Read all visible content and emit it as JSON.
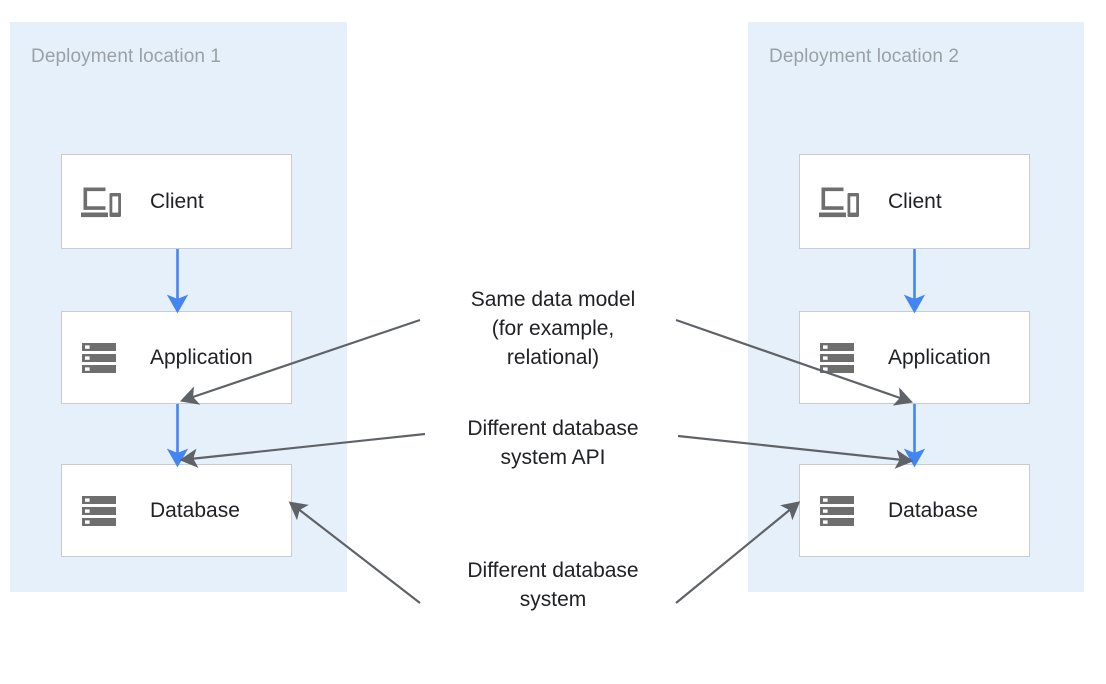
{
  "diagram": {
    "title_hidden": "",
    "colors": {
      "zone_background": "#e6f0fa",
      "node_background": "#ffffff",
      "node_border": "#c8ccd1",
      "zone_title_text": "#9aa0a6",
      "node_text": "#202124",
      "flow_arrow": "#4285f4",
      "callout_arrow": "#5f6368",
      "icon": "#6e6e6e"
    },
    "zones": [
      {
        "id": "left",
        "label": "Deployment location 1"
      },
      {
        "id": "right",
        "label": "Deployment location 2"
      }
    ],
    "nodes": [
      {
        "id": "l-client",
        "zone": "left",
        "label": "Client",
        "icon": "client-devices-icon"
      },
      {
        "id": "l-app",
        "zone": "left",
        "label": "Application",
        "icon": "server-stack-icon"
      },
      {
        "id": "l-db",
        "zone": "left",
        "label": "Database",
        "icon": "server-stack-icon"
      },
      {
        "id": "r-client",
        "zone": "right",
        "label": "Client",
        "icon": "client-devices-icon"
      },
      {
        "id": "r-app",
        "zone": "right",
        "label": "Application",
        "icon": "server-stack-icon"
      },
      {
        "id": "r-db",
        "zone": "right",
        "label": "Database",
        "icon": "server-stack-icon"
      }
    ],
    "flows": [
      {
        "from": "l-client",
        "to": "l-app",
        "color": "#4285f4"
      },
      {
        "from": "l-app",
        "to": "l-db",
        "color": "#4285f4"
      },
      {
        "from": "r-client",
        "to": "r-app",
        "color": "#4285f4"
      },
      {
        "from": "r-app",
        "to": "r-db",
        "color": "#4285f4"
      }
    ],
    "callouts": [
      {
        "id": "data-model",
        "text": "Same data model\n(for example,\nrelational)",
        "points_to": [
          "l-app",
          "r-app"
        ]
      },
      {
        "id": "db-api",
        "text": "Different database\nsystem API",
        "points_to": [
          "l-db-connector",
          "r-db-connector"
        ]
      },
      {
        "id": "db-system",
        "text": "Different database\nsystem",
        "points_to": [
          "l-db",
          "r-db"
        ]
      }
    ]
  }
}
